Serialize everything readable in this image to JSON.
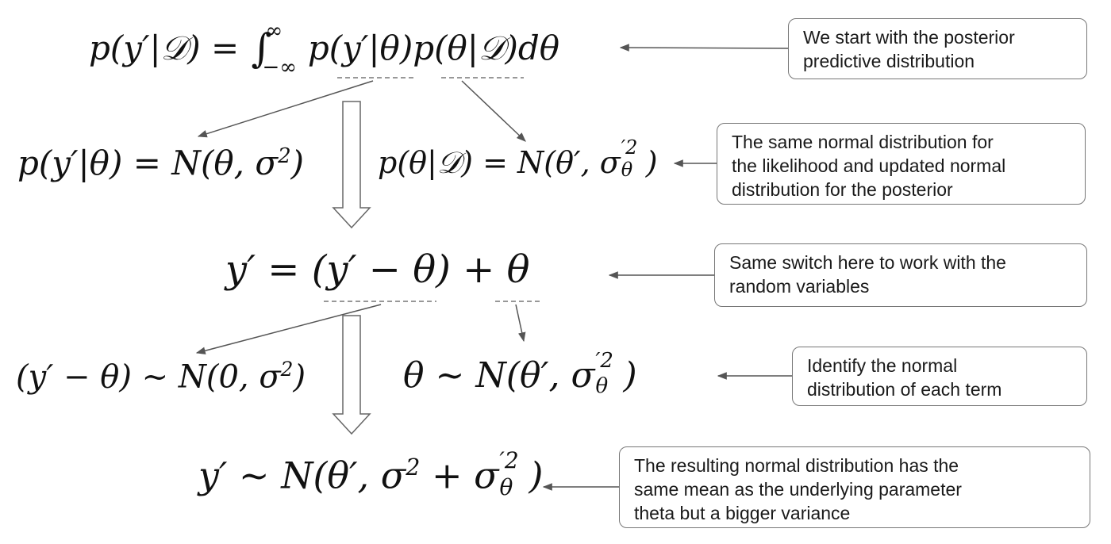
{
  "equations": {
    "predictive": {
      "lhs": "p(y′|𝒟)",
      "equals": "=",
      "integral": "∫",
      "upper": "∞",
      "lower": "−∞",
      "integrand": "p(y′|θ)p(θ|𝒟)dθ"
    },
    "likelihood": {
      "lhs": "p(y′|θ)",
      "rhs": "= N(θ, σ",
      "exp": "2",
      "close": ")"
    },
    "posterior": {
      "lhs": "p(θ|𝒟)",
      "rhs": "= N(θ′, σ",
      "sup": "′2",
      "sub": "θ",
      "close": ")"
    },
    "switch": "y′ = (y′ − θ) + θ",
    "noise": {
      "text": "(y′ − θ) ~ N(0, σ",
      "exp": "2",
      "close": ")"
    },
    "theta": {
      "text": "θ ~ N(θ′, σ",
      "sup": "′2",
      "sub": "θ",
      "close": ")"
    },
    "result": {
      "text": "y′ ~ N(θ′, σ",
      "exp": "2",
      "plus": " + σ",
      "sup": "′2",
      "sub": "θ",
      "close": ")"
    }
  },
  "notes": {
    "n1": [
      "We start with the posterior",
      "predictive distribution"
    ],
    "n2": [
      "The same normal distribution for",
      "the likelihood and updated normal",
      "distribution for the posterior"
    ],
    "n3": [
      "Same switch here to work with the",
      "random variables"
    ],
    "n4": [
      "Identify the normal",
      "distribution of each term"
    ],
    "n5": [
      "The resulting normal distribution has the",
      "same mean as the underlying parameter",
      "theta but a bigger variance"
    ]
  },
  "colors": {
    "line": "#555555",
    "border": "#777777",
    "text": "#111111"
  }
}
